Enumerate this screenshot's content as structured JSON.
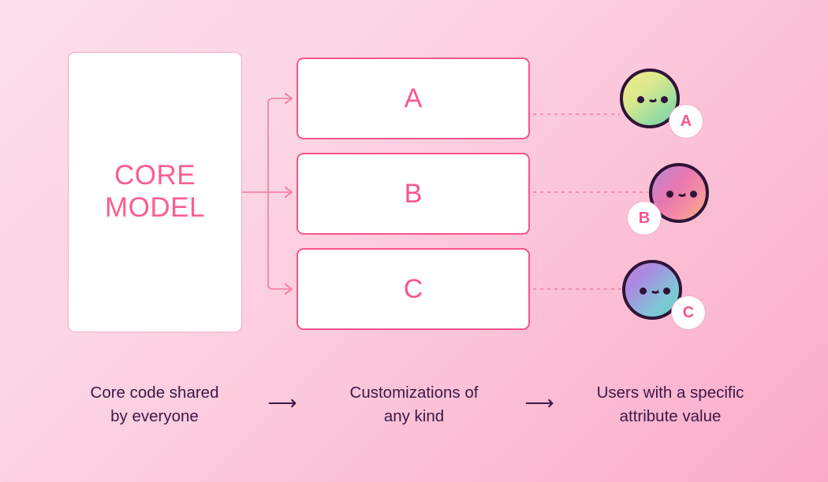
{
  "diagram": {
    "title": "Core model customization and user attribute diagram",
    "background": {
      "from": "#fcdfeb",
      "to": "#fbabca"
    },
    "accent_pink": "#f9548b",
    "soft_pink": "#f9a9c7",
    "caption_color": "#3b1846",
    "core": {
      "label": "CORE\nMODEL"
    },
    "customizations": [
      {
        "id": "a",
        "letter": "A"
      },
      {
        "id": "b",
        "letter": "B"
      },
      {
        "id": "c",
        "letter": "C"
      }
    ],
    "avatars": [
      {
        "id": "a",
        "badge": "A",
        "face_icon": "smiley-face-icon",
        "gradient": [
          "#f0ea8a",
          "#74d2a8"
        ],
        "badge_position": "bottom-right"
      },
      {
        "id": "b",
        "badge": "B",
        "face_icon": "smiley-face-icon",
        "gradient": [
          "#b68ad8",
          "#f9b183"
        ],
        "badge_position": "bottom-left"
      },
      {
        "id": "c",
        "badge": "C",
        "face_icon": "smiley-face-icon",
        "gradient": [
          "#c07fe0",
          "#68d1c4"
        ],
        "badge_position": "bottom-right"
      }
    ],
    "captions": [
      {
        "id": "core",
        "text": "Core code shared\nby everyone"
      },
      {
        "id": "customization",
        "text": "Customizations of\nany kind"
      },
      {
        "id": "users",
        "text": "Users with a specific\nattribute value"
      }
    ],
    "caption_arrows": [
      {
        "id": "arrow-1",
        "glyph": "⟶"
      },
      {
        "id": "arrow-2",
        "glyph": "⟶"
      }
    ]
  }
}
